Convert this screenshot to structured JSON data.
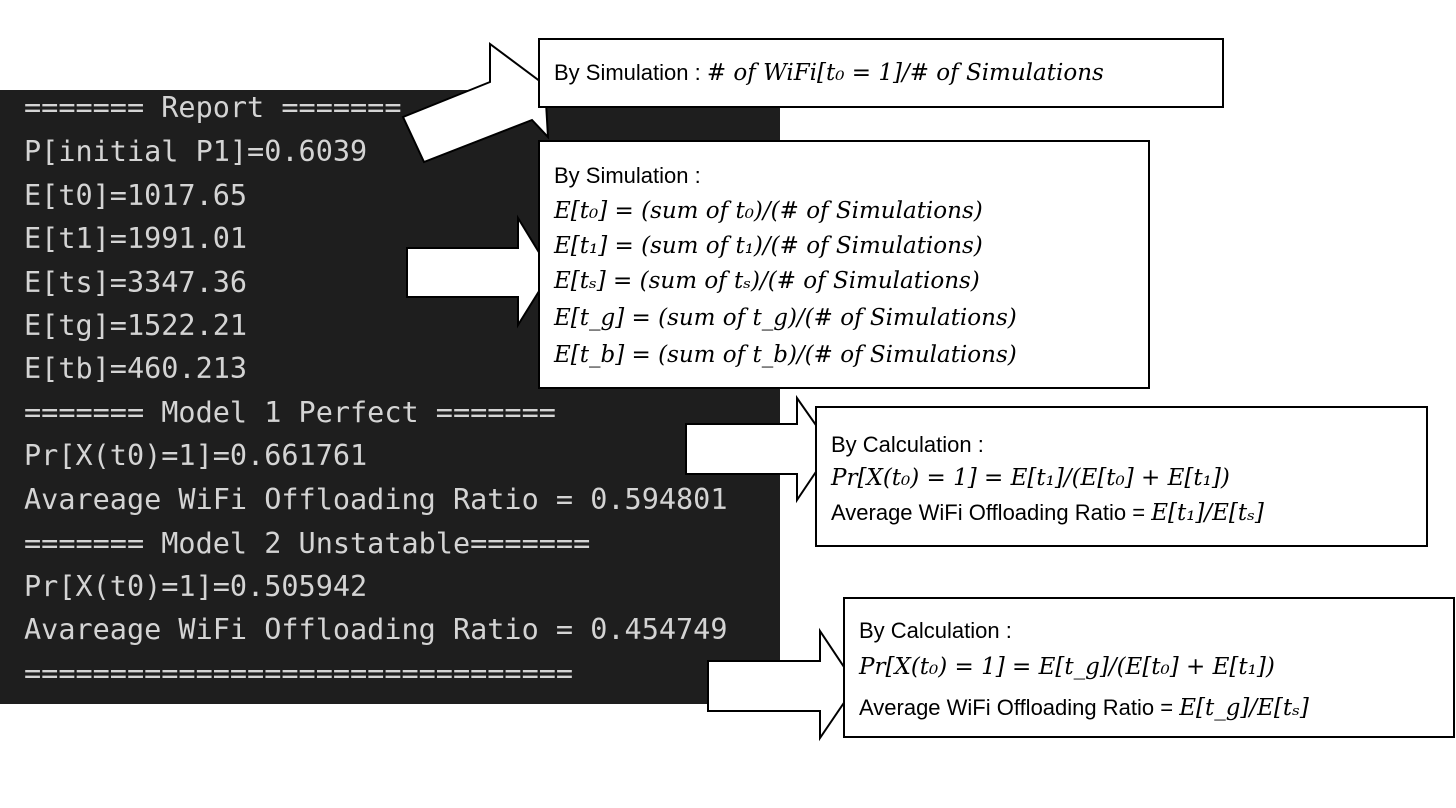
{
  "terminal": {
    "lines": [
      "======= Report =======",
      "P[initial P1]=0.6039",
      "E[t0]=1017.65",
      "E[t1]=1991.01",
      "E[ts]=3347.36",
      "E[tg]=1522.21",
      "E[tb]=460.213",
      "======= Model 1 Perfect =======",
      "Pr[X(t0)=1]=0.661761",
      "Avareage WiFi Offloading Ratio = 0.594801",
      "======= Model 2 Unstatable=======",
      "Pr[X(t0)=1]=0.505942",
      "Avareage WiFi Offloading Ratio = 0.454749",
      "================================"
    ]
  },
  "box1": {
    "prefix": "By Simulation : ",
    "formula": "# of WiFi[t₀ = 1]/# of Simulations"
  },
  "box2": {
    "heading": "By Simulation :",
    "lines": [
      "E[t₀] = (sum of t₀)/(# of Simulations)",
      "E[t₁] = (sum of t₁)/(# of Simulations)",
      "E[tₛ] = (sum of tₛ)/(# of Simulations)",
      "E[t_g] = (sum of t_g)/(# of Simulations)",
      "E[t_b] = (sum of t_b)/(# of Simulations)"
    ]
  },
  "box3": {
    "heading": "By Calculation :",
    "formula": "Pr[X(t₀) = 1] = E[t₁]/(E[t₀] + E[t₁])",
    "ratio_label": "Average WiFi Offloading Ratio = ",
    "ratio_formula": "E[t₁]/E[tₛ]"
  },
  "box4": {
    "heading": "By Calculation :",
    "formula": "Pr[X(t₀) = 1] = E[t_g]/(E[t₀] + E[t₁])",
    "ratio_label": "Average WiFi Offloading Ratio = ",
    "ratio_formula": "E[t_g]/E[tₛ]"
  },
  "colors": {
    "terminal_bg": "#1e1e1e",
    "terminal_text": "#d4d4d4",
    "box_border": "#000000",
    "arrow_fill": "#ffffff"
  }
}
